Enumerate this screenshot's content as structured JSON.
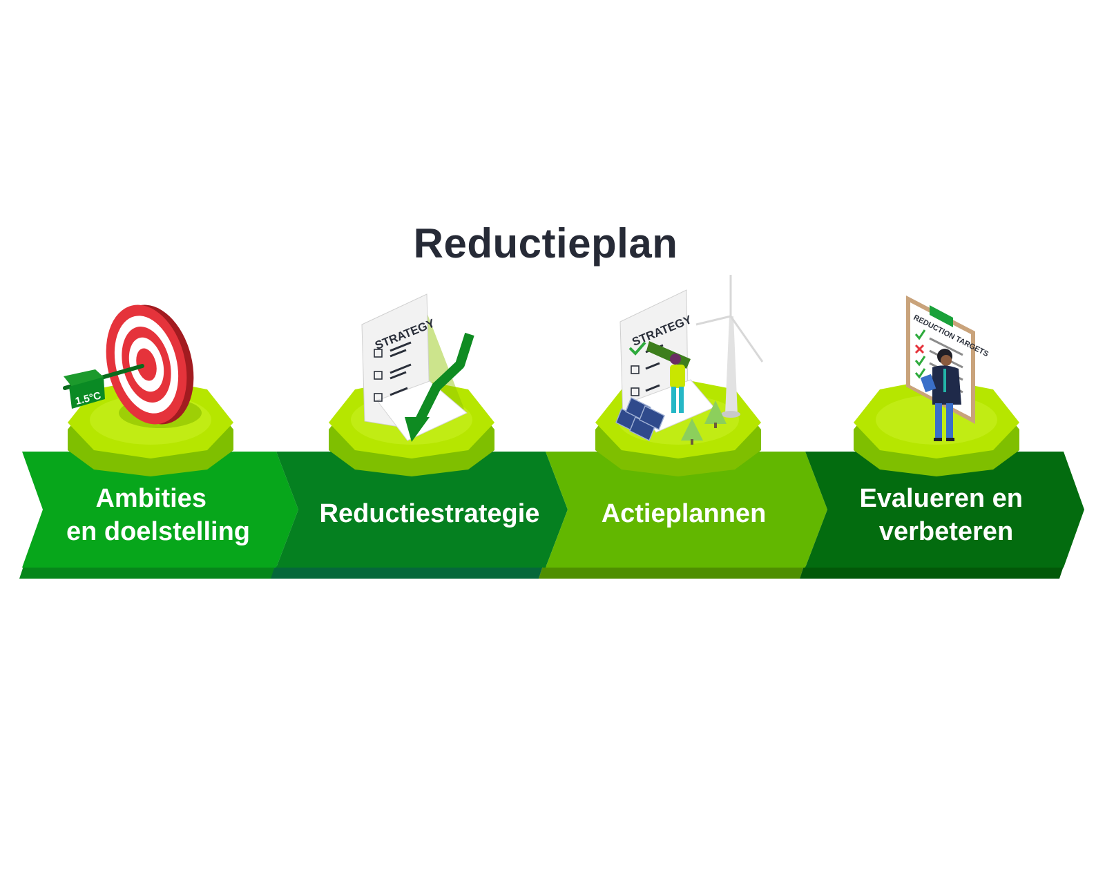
{
  "title": "Reductieplan",
  "steps": [
    {
      "label_lines": [
        "Ambities",
        "en doelstelling"
      ],
      "icon": "target-icon",
      "badge_text": "1.5°C",
      "color": "#07a61b"
    },
    {
      "label_lines": [
        "Reductiestrategie"
      ],
      "icon": "strategy-document-icon",
      "doc_title": "STRATEGY",
      "color": "#058020"
    },
    {
      "label_lines": [
        "Actieplannen"
      ],
      "icon": "action-plan-icon",
      "doc_title": "STRATEGY",
      "color": "#62b700"
    },
    {
      "label_lines": [
        "Evalueren en",
        "verbeteren"
      ],
      "icon": "clipboard-person-icon",
      "doc_title": "REDUCTION TARGETS",
      "color": "#036c0f"
    }
  ]
}
